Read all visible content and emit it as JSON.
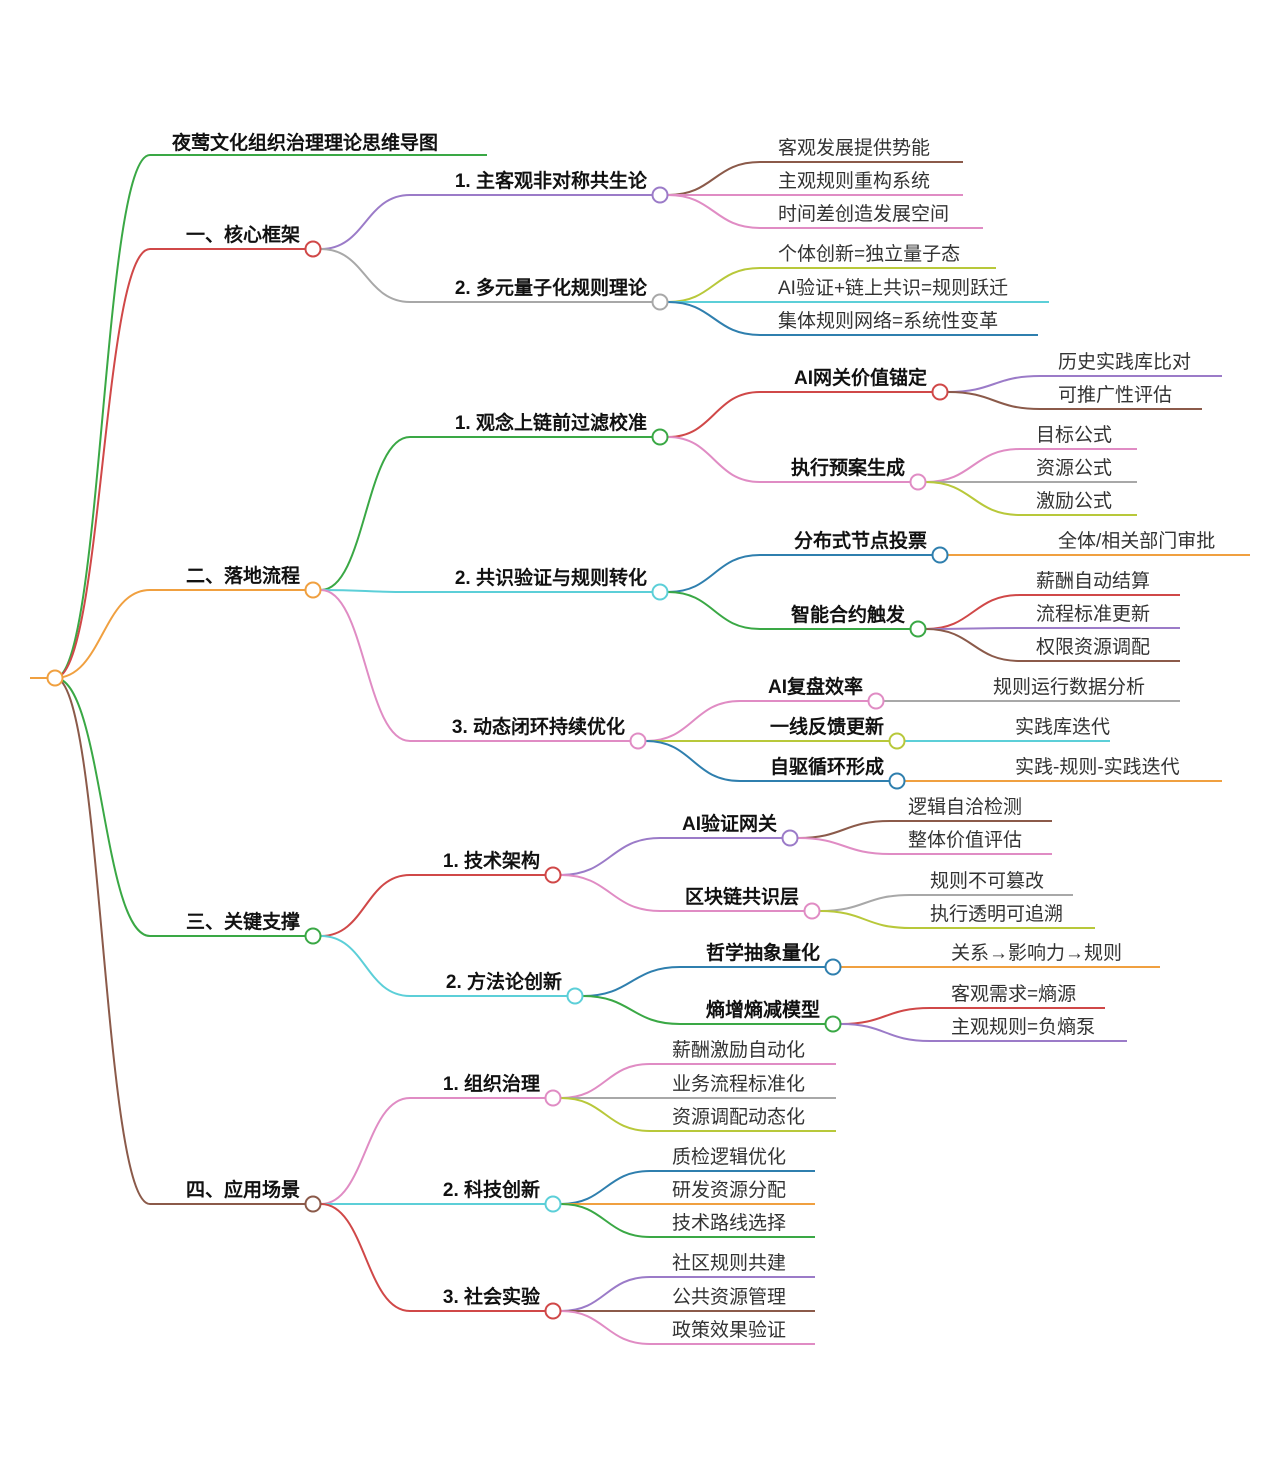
{
  "colors": {
    "orange": "#f0a040",
    "red": "#d04848",
    "green": "#3aa845",
    "brown": "#8b5a4a",
    "purple": "#9b7bc8",
    "pink": "#e08cc4",
    "gray": "#a8a8a8",
    "lime": "#b8c83a",
    "cyan": "#5ccfd8",
    "blue": "#2f7fae"
  },
  "root": {
    "color": "orange"
  },
  "title": {
    "label": "夜莺文化组织治理理论思维导图",
    "color": "green"
  },
  "nodes": [
    {
      "label": "一、核心框架",
      "color": "red",
      "children": [
        {
          "label": "1. 主客观非对称共生论",
          "color": "purple",
          "children": [
            {
              "label": "客观发展提供势能",
              "color": "brown"
            },
            {
              "label": "主观规则重构系统",
              "color": "pink"
            },
            {
              "label": "时间差创造发展空间",
              "color": "pink"
            }
          ]
        },
        {
          "label": "2. 多元量子化规则理论",
          "color": "gray",
          "children": [
            {
              "label": "个体创新=独立量子态",
              "color": "lime"
            },
            {
              "label": "AI验证+链上共识=规则跃迁",
              "color": "cyan"
            },
            {
              "label": "集体规则网络=系统性变革",
              "color": "blue"
            }
          ]
        }
      ]
    },
    {
      "label": "二、落地流程",
      "color": "orange",
      "children": [
        {
          "label": "1. 观念上链前过滤校准",
          "color": "green",
          "children": [
            {
              "label": "AI网关价值锚定",
              "color": "red",
              "children": [
                {
                  "label": "历史实践库比对",
                  "color": "purple"
                },
                {
                  "label": "可推广性评估",
                  "color": "brown"
                }
              ]
            },
            {
              "label": "执行预案生成",
              "color": "pink",
              "children": [
                {
                  "label": "目标公式",
                  "color": "pink"
                },
                {
                  "label": "资源公式",
                  "color": "gray"
                },
                {
                  "label": "激励公式",
                  "color": "lime"
                }
              ]
            }
          ]
        },
        {
          "label": "2. 共识验证与规则转化",
          "color": "cyan",
          "children": [
            {
              "label": "分布式节点投票",
              "color": "blue",
              "children": [
                {
                  "label": "全体/相关部门审批",
                  "color": "orange"
                }
              ]
            },
            {
              "label": "智能合约触发",
              "color": "green",
              "children": [
                {
                  "label": "薪酬自动结算",
                  "color": "red"
                },
                {
                  "label": "流程标准更新",
                  "color": "purple"
                },
                {
                  "label": "权限资源调配",
                  "color": "brown"
                }
              ]
            }
          ]
        },
        {
          "label": "3. 动态闭环持续优化",
          "color": "pink",
          "children": [
            {
              "label": "AI复盘效率",
              "color": "pink",
              "children": [
                {
                  "label": "规则运行数据分析",
                  "color": "gray"
                }
              ]
            },
            {
              "label": "一线反馈更新",
              "color": "lime",
              "children": [
                {
                  "label": "实践库迭代",
                  "color": "cyan"
                }
              ]
            },
            {
              "label": "自驱循环形成",
              "color": "blue",
              "children": [
                {
                  "label": "实践-规则-实践迭代",
                  "color": "orange"
                }
              ]
            }
          ]
        }
      ]
    },
    {
      "label": "三、关键支撑",
      "color": "green",
      "children": [
        {
          "label": "1. 技术架构",
          "color": "red",
          "children": [
            {
              "label": "AI验证网关",
              "color": "purple",
              "children": [
                {
                  "label": "逻辑自洽检测",
                  "color": "brown"
                },
                {
                  "label": "整体价值评估",
                  "color": "pink"
                }
              ]
            },
            {
              "label": "区块链共识层",
              "color": "pink",
              "children": [
                {
                  "label": "规则不可篡改",
                  "color": "gray"
                },
                {
                  "label": "执行透明可追溯",
                  "color": "lime"
                }
              ]
            }
          ]
        },
        {
          "label": "2. 方法论创新",
          "color": "cyan",
          "children": [
            {
              "label": "哲学抽象量化",
              "color": "blue",
              "children": [
                {
                  "label": "关系→影响力→规则",
                  "color": "orange"
                }
              ]
            },
            {
              "label": "熵增熵减模型",
              "color": "green",
              "children": [
                {
                  "label": "客观需求=熵源",
                  "color": "red"
                },
                {
                  "label": "主观规则=负熵泵",
                  "color": "purple"
                }
              ]
            }
          ]
        }
      ]
    },
    {
      "label": "四、应用场景",
      "color": "brown",
      "children": [
        {
          "label": "1. 组织治理",
          "color": "pink",
          "children": [
            {
              "label": "薪酬激励自动化",
              "color": "pink"
            },
            {
              "label": "业务流程标准化",
              "color": "gray"
            },
            {
              "label": "资源调配动态化",
              "color": "lime"
            }
          ]
        },
        {
          "label": "2. 科技创新",
          "color": "cyan",
          "children": [
            {
              "label": "质检逻辑优化",
              "color": "blue"
            },
            {
              "label": "研发资源分配",
              "color": "orange"
            },
            {
              "label": "技术路线选择",
              "color": "green"
            }
          ]
        },
        {
          "label": "3. 社会实验",
          "color": "red",
          "children": [
            {
              "label": "社区规则共建",
              "color": "purple"
            },
            {
              "label": "公共资源管理",
              "color": "brown"
            },
            {
              "label": "政策效果验证",
              "color": "pink"
            }
          ]
        }
      ]
    }
  ]
}
